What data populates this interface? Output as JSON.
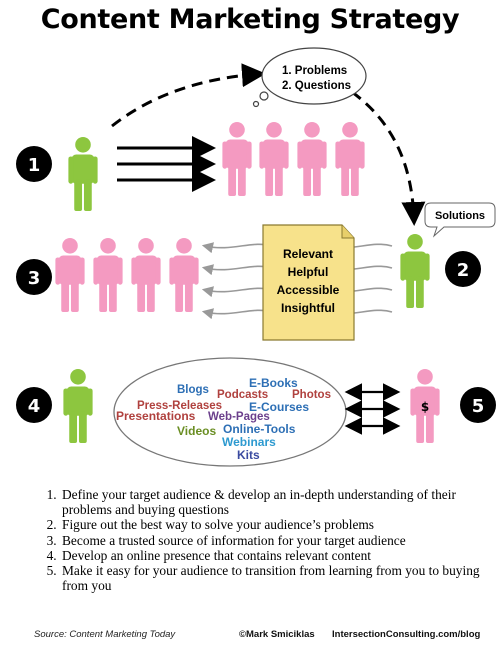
{
  "title": "Content Marketing Strategy",
  "thought_bubble": {
    "line1": "1. Problems",
    "line2": "2. Questions"
  },
  "solutions_bubble": "Solutions",
  "step_badges": [
    "1",
    "2",
    "3",
    "4",
    "5"
  ],
  "document_words": [
    "Relevant",
    "Helpful",
    "Accessible",
    "Insightful"
  ],
  "money_symbol": "$",
  "word_cloud": [
    {
      "text": "E-Books",
      "color": "#2d6fb5"
    },
    {
      "text": "Blogs",
      "color": "#2d6fb5"
    },
    {
      "text": "Podcasts",
      "color": "#b0413e"
    },
    {
      "text": "Photos",
      "color": "#b0413e"
    },
    {
      "text": "Press-Releases",
      "color": "#b0413e"
    },
    {
      "text": "E-Courses",
      "color": "#2d6fb5"
    },
    {
      "text": "Presentations",
      "color": "#b0413e"
    },
    {
      "text": "Web-Pages",
      "color": "#6b3f8c"
    },
    {
      "text": "Videos",
      "color": "#6a8e23"
    },
    {
      "text": "Online-Tools",
      "color": "#2d6fb5"
    },
    {
      "text": "Webinars",
      "color": "#2d9ad0"
    },
    {
      "text": "Kits",
      "color": "#3a4aa0"
    }
  ],
  "steps": [
    "Define your target audience & develop an in-depth understanding of their problems and buying questions",
    "Figure out the best way to solve your audience’s problems",
    "Become a trusted source of information for your target audience",
    "Develop an online presence that contains relevant content",
    "Make it easy for your audience to transition from learning from you to buying from you"
  ],
  "footer": {
    "source": "Source: Content Marketing Today",
    "credit": "©Mark Smiciklas",
    "site": "IntersectionConsulting.com/blog"
  },
  "colors": {
    "business": "#8dc63f",
    "audience": "#f49ac1",
    "document": "#f7e28b",
    "arrow": "#000000"
  }
}
